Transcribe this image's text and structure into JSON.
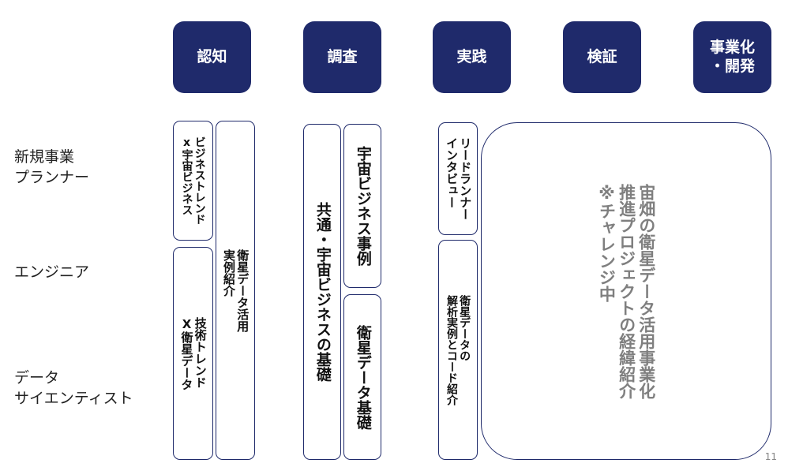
{
  "phases": {
    "awareness": "認知",
    "research": "調査",
    "practice": "実践",
    "verification": "検証",
    "commercialization": "事業化\n・開発"
  },
  "roles": {
    "planner": "新規事業\nプランナー",
    "engineer": "エンジニア",
    "data_scientist": "データ\nサイエンティスト"
  },
  "cards": {
    "business_trend": "ビジネストレンド\nx宇宙ビジネス",
    "tech_trend": "技術トレンド\nX衛星データ",
    "satellite_use_cases": "衛星データ活用\n実例紹介",
    "space_business_basics": "共通・宇宙ビジネスの基礎",
    "space_business_cases": "宇宙ビジネス事例",
    "satellite_data_basics": "衛星データ基礎",
    "lead_runner_interview": "リードランナー\nインタビュー",
    "analysis_cases_code": "衛星データの\n解析実例とコード紹介",
    "challenge": "宙畑の衛星データ活用事業化\n推進プロジェクトの経緯紹介\n※チャレンジ中"
  },
  "page_number": "11"
}
